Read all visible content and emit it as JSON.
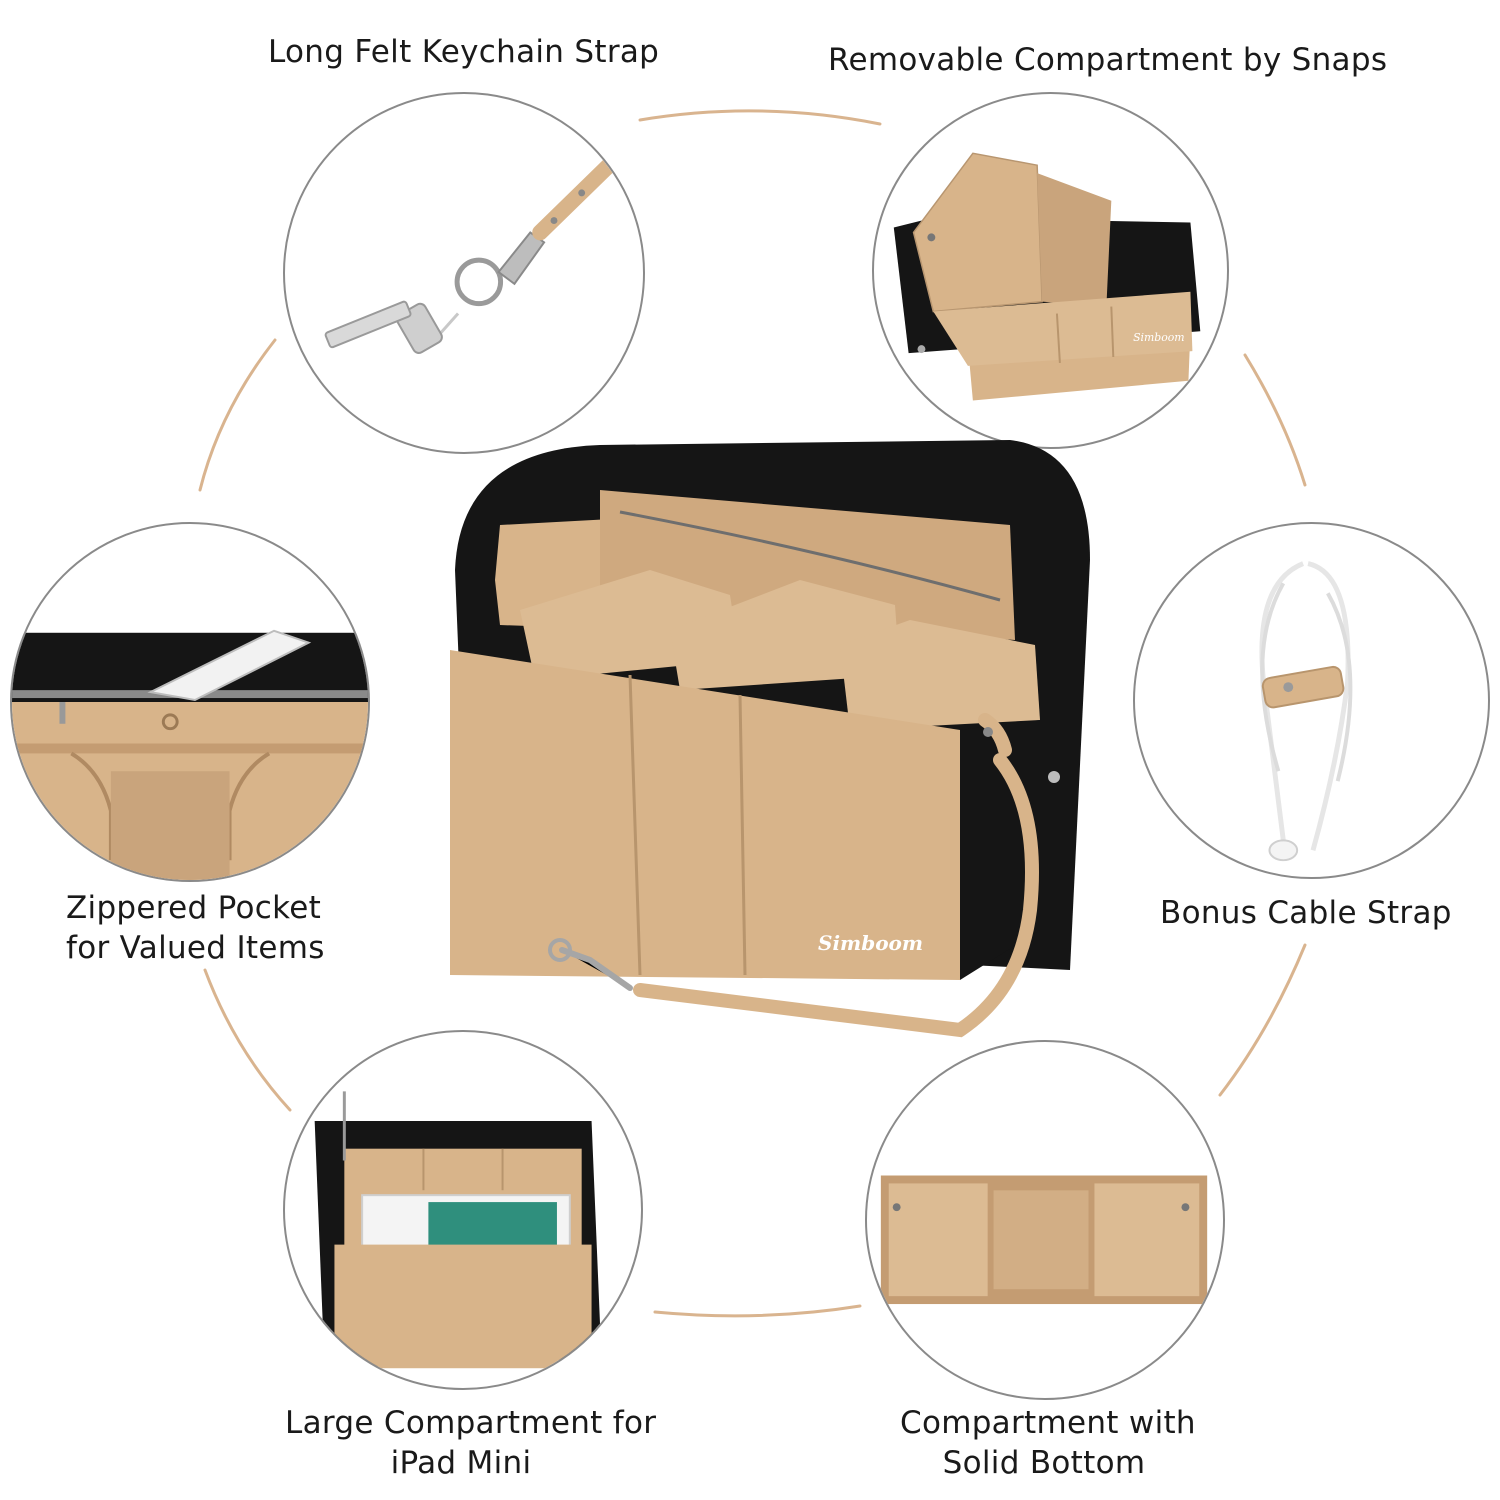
{
  "features": {
    "keychain": {
      "label": "Long Felt Keychain Strap"
    },
    "removable": {
      "label": "Removable Compartment by Snaps"
    },
    "zippered": {
      "line1": "Zippered Pocket",
      "line2": "for Valued Items"
    },
    "cable": {
      "label": "Bonus Cable Strap"
    },
    "ipad": {
      "line1": "Large Compartment for",
      "line2": "iPad Mini"
    },
    "solid": {
      "line1": "Compartment with",
      "line2": "Solid Bottom"
    }
  },
  "product": {
    "brand_mark": "Simboom"
  },
  "colors": {
    "felt_tan": "#d8b48a",
    "felt_tan_dark": "#c49c72",
    "felt_black": "#151515",
    "arc_accent": "#d9b48f",
    "circle_border": "#8a8a8a"
  }
}
